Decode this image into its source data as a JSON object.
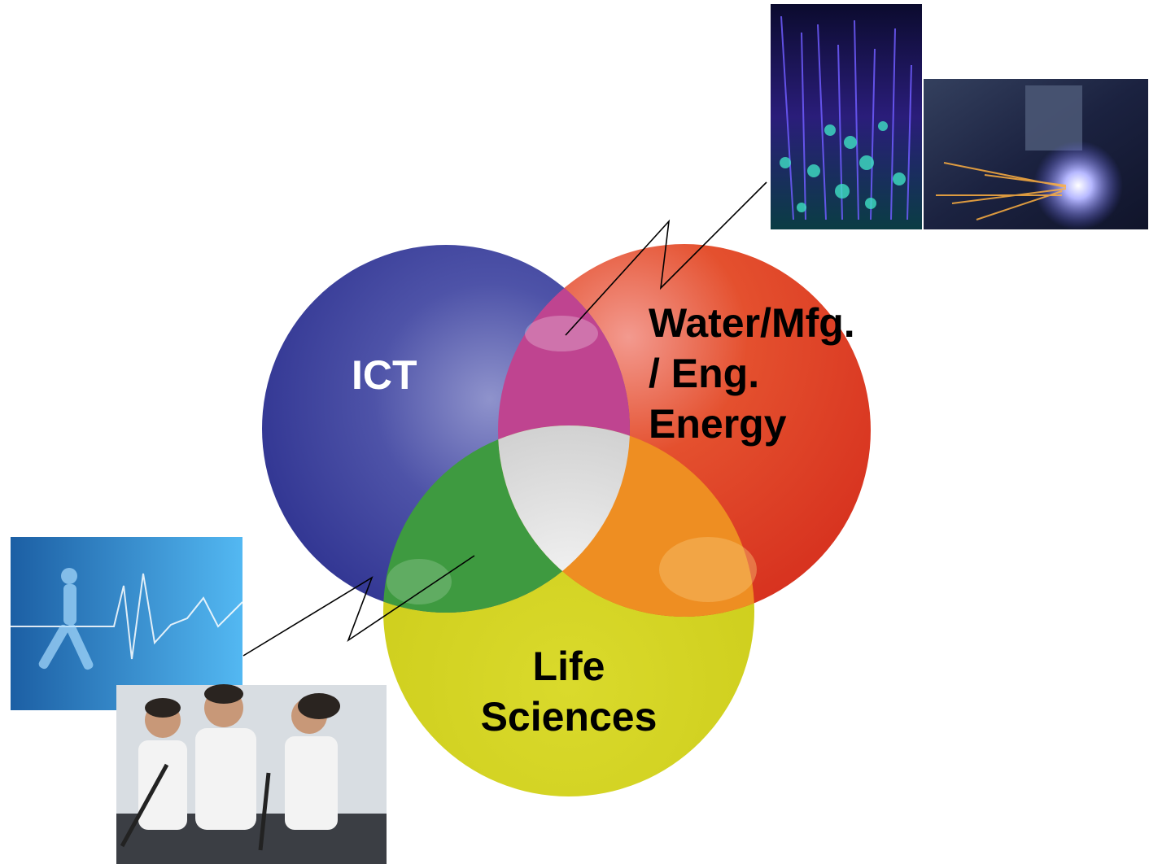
{
  "diagram": {
    "circles": [
      {
        "id": "ict",
        "label_lines": [
          "ICT"
        ],
        "color": "#3a3f9c"
      },
      {
        "id": "water",
        "label_lines": [
          "Water/Mfg.",
          "/ Eng.",
          "Energy"
        ],
        "color": "#e0402a"
      },
      {
        "id": "life",
        "label_lines": [
          "Life",
          "Sciences"
        ],
        "color": "#d6d422"
      }
    ],
    "overlaps": {
      "ict_water": "#bf4490",
      "ict_life": "#3e9a40",
      "water_life": "#ee8e22",
      "center": "#dcdcdc"
    }
  },
  "photos": [
    {
      "id": "fiber-optics-photo",
      "subject": "fiber optic strands"
    },
    {
      "id": "laser-cutting-photo",
      "subject": "laser cutting sparks"
    },
    {
      "id": "xray-runner-photo",
      "subject": "x-ray runner with heartbeat line"
    },
    {
      "id": "treadmill-people-photo",
      "subject": "people exercising on treadmills"
    }
  ]
}
